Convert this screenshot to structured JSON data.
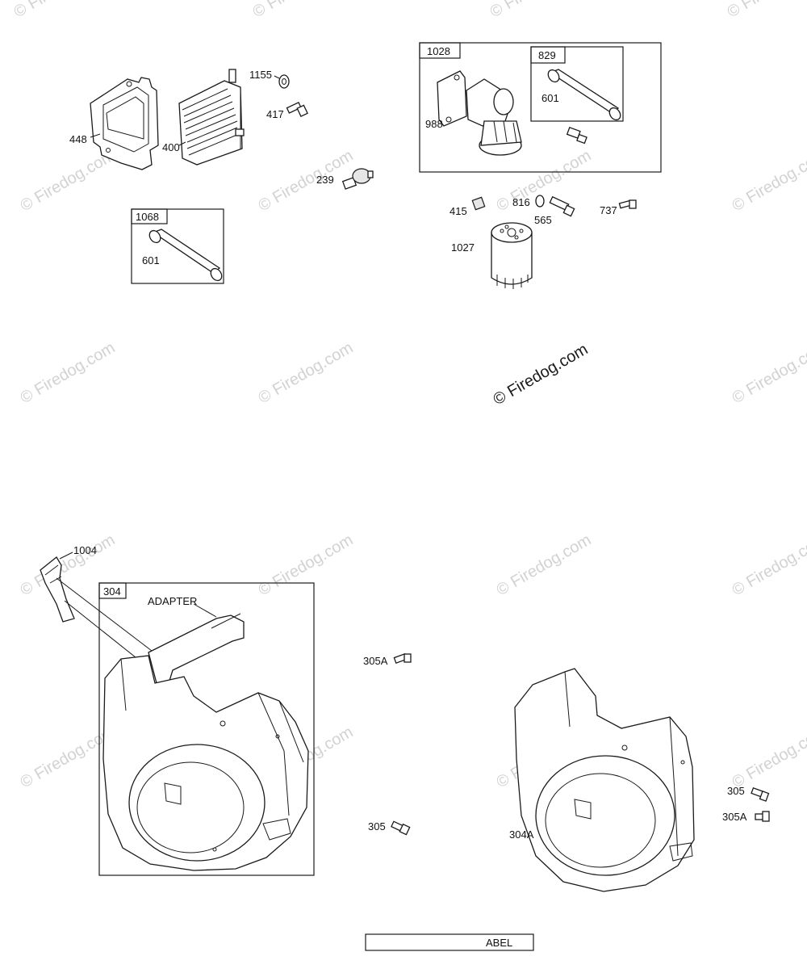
{
  "watermark": {
    "text": "© Firedog.com"
  },
  "callouts": {
    "c448": "448",
    "c400": "400",
    "c1155": "1155",
    "c417": "417",
    "c239": "239",
    "c1068": "1068",
    "c601a": "601",
    "c1028": "1028",
    "c829": "829",
    "c601b": "601",
    "c988": "988",
    "c415": "415",
    "c816": "816",
    "c565": "565",
    "c737": "737",
    "c1027": "1027",
    "c1004": "1004",
    "c304": "304",
    "adapter": "ADAPTER",
    "c305A_left": "305A",
    "c305_left": "305",
    "c304A": "304A",
    "c305_right": "305",
    "c305A_right": "305A"
  },
  "footer": {
    "label": "ABEL"
  }
}
